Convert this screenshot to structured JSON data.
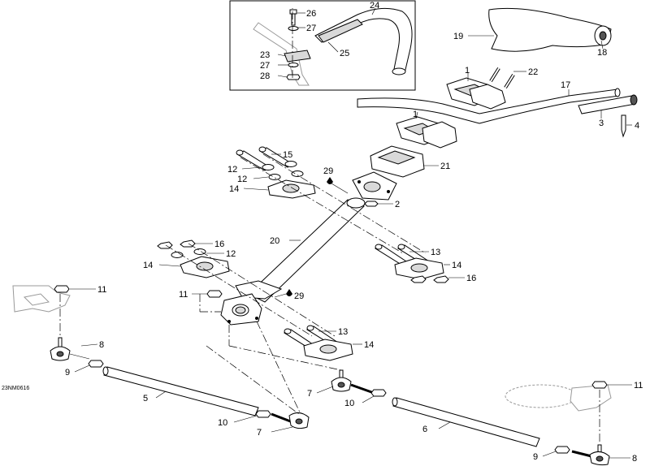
{
  "doc_ref": "23NM0616",
  "callouts": {
    "c1a": "1",
    "c1b": "1",
    "c2": "2",
    "c3": "3",
    "c4": "4",
    "c5": "5",
    "c6": "6",
    "c7a": "7",
    "c7b": "7",
    "c8a": "8",
    "c8b": "8",
    "c9a": "9",
    "c9b": "9",
    "c10a": "10",
    "c10b": "10",
    "c11a": "11",
    "c11b": "11",
    "c11c": "11",
    "c12a": "12",
    "c12b": "12",
    "c12c": "12",
    "c13a": "13",
    "c13b": "13",
    "c14a": "14",
    "c14b": "14",
    "c14c": "14",
    "c14d": "14",
    "c15": "15",
    "c16a": "16",
    "c16b": "16",
    "c17": "17",
    "c18": "18",
    "c19": "19",
    "c20": "20",
    "c21": "21",
    "c22": "22",
    "c23": "23",
    "c24": "24",
    "c25": "25",
    "c26": "26",
    "c27a": "27",
    "c27b": "27",
    "c28": "28",
    "c29a": "29",
    "c29b": "29"
  }
}
